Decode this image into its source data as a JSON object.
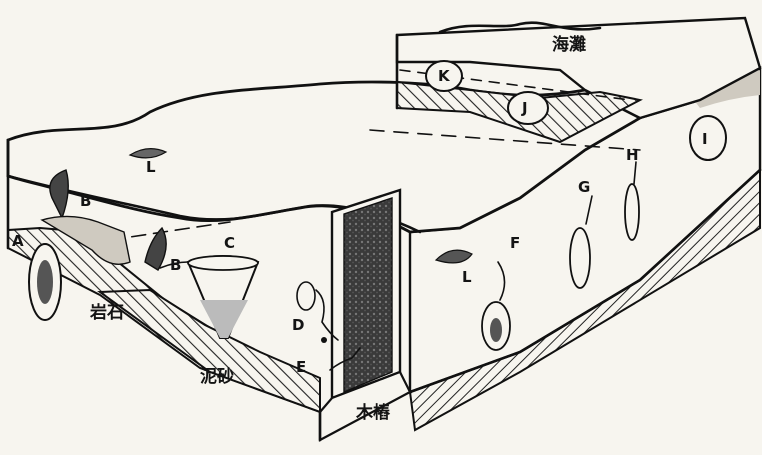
{
  "zones": {
    "rock": "岩石",
    "mud_sand": "泥砂",
    "wood_piling": "木樁",
    "beach": "海灘"
  },
  "specimen_labels": {
    "a": "A",
    "b1": "B",
    "b2": "B",
    "c": "C",
    "d": "D",
    "e": "E",
    "f": "F",
    "g": "G",
    "h": "H",
    "i": "I",
    "j": "J",
    "k": "K",
    "l1": "L",
    "l2": "L"
  },
  "colors": {
    "ink": "#111111",
    "paper": "#f7f5ef",
    "hatch": "#222222"
  }
}
